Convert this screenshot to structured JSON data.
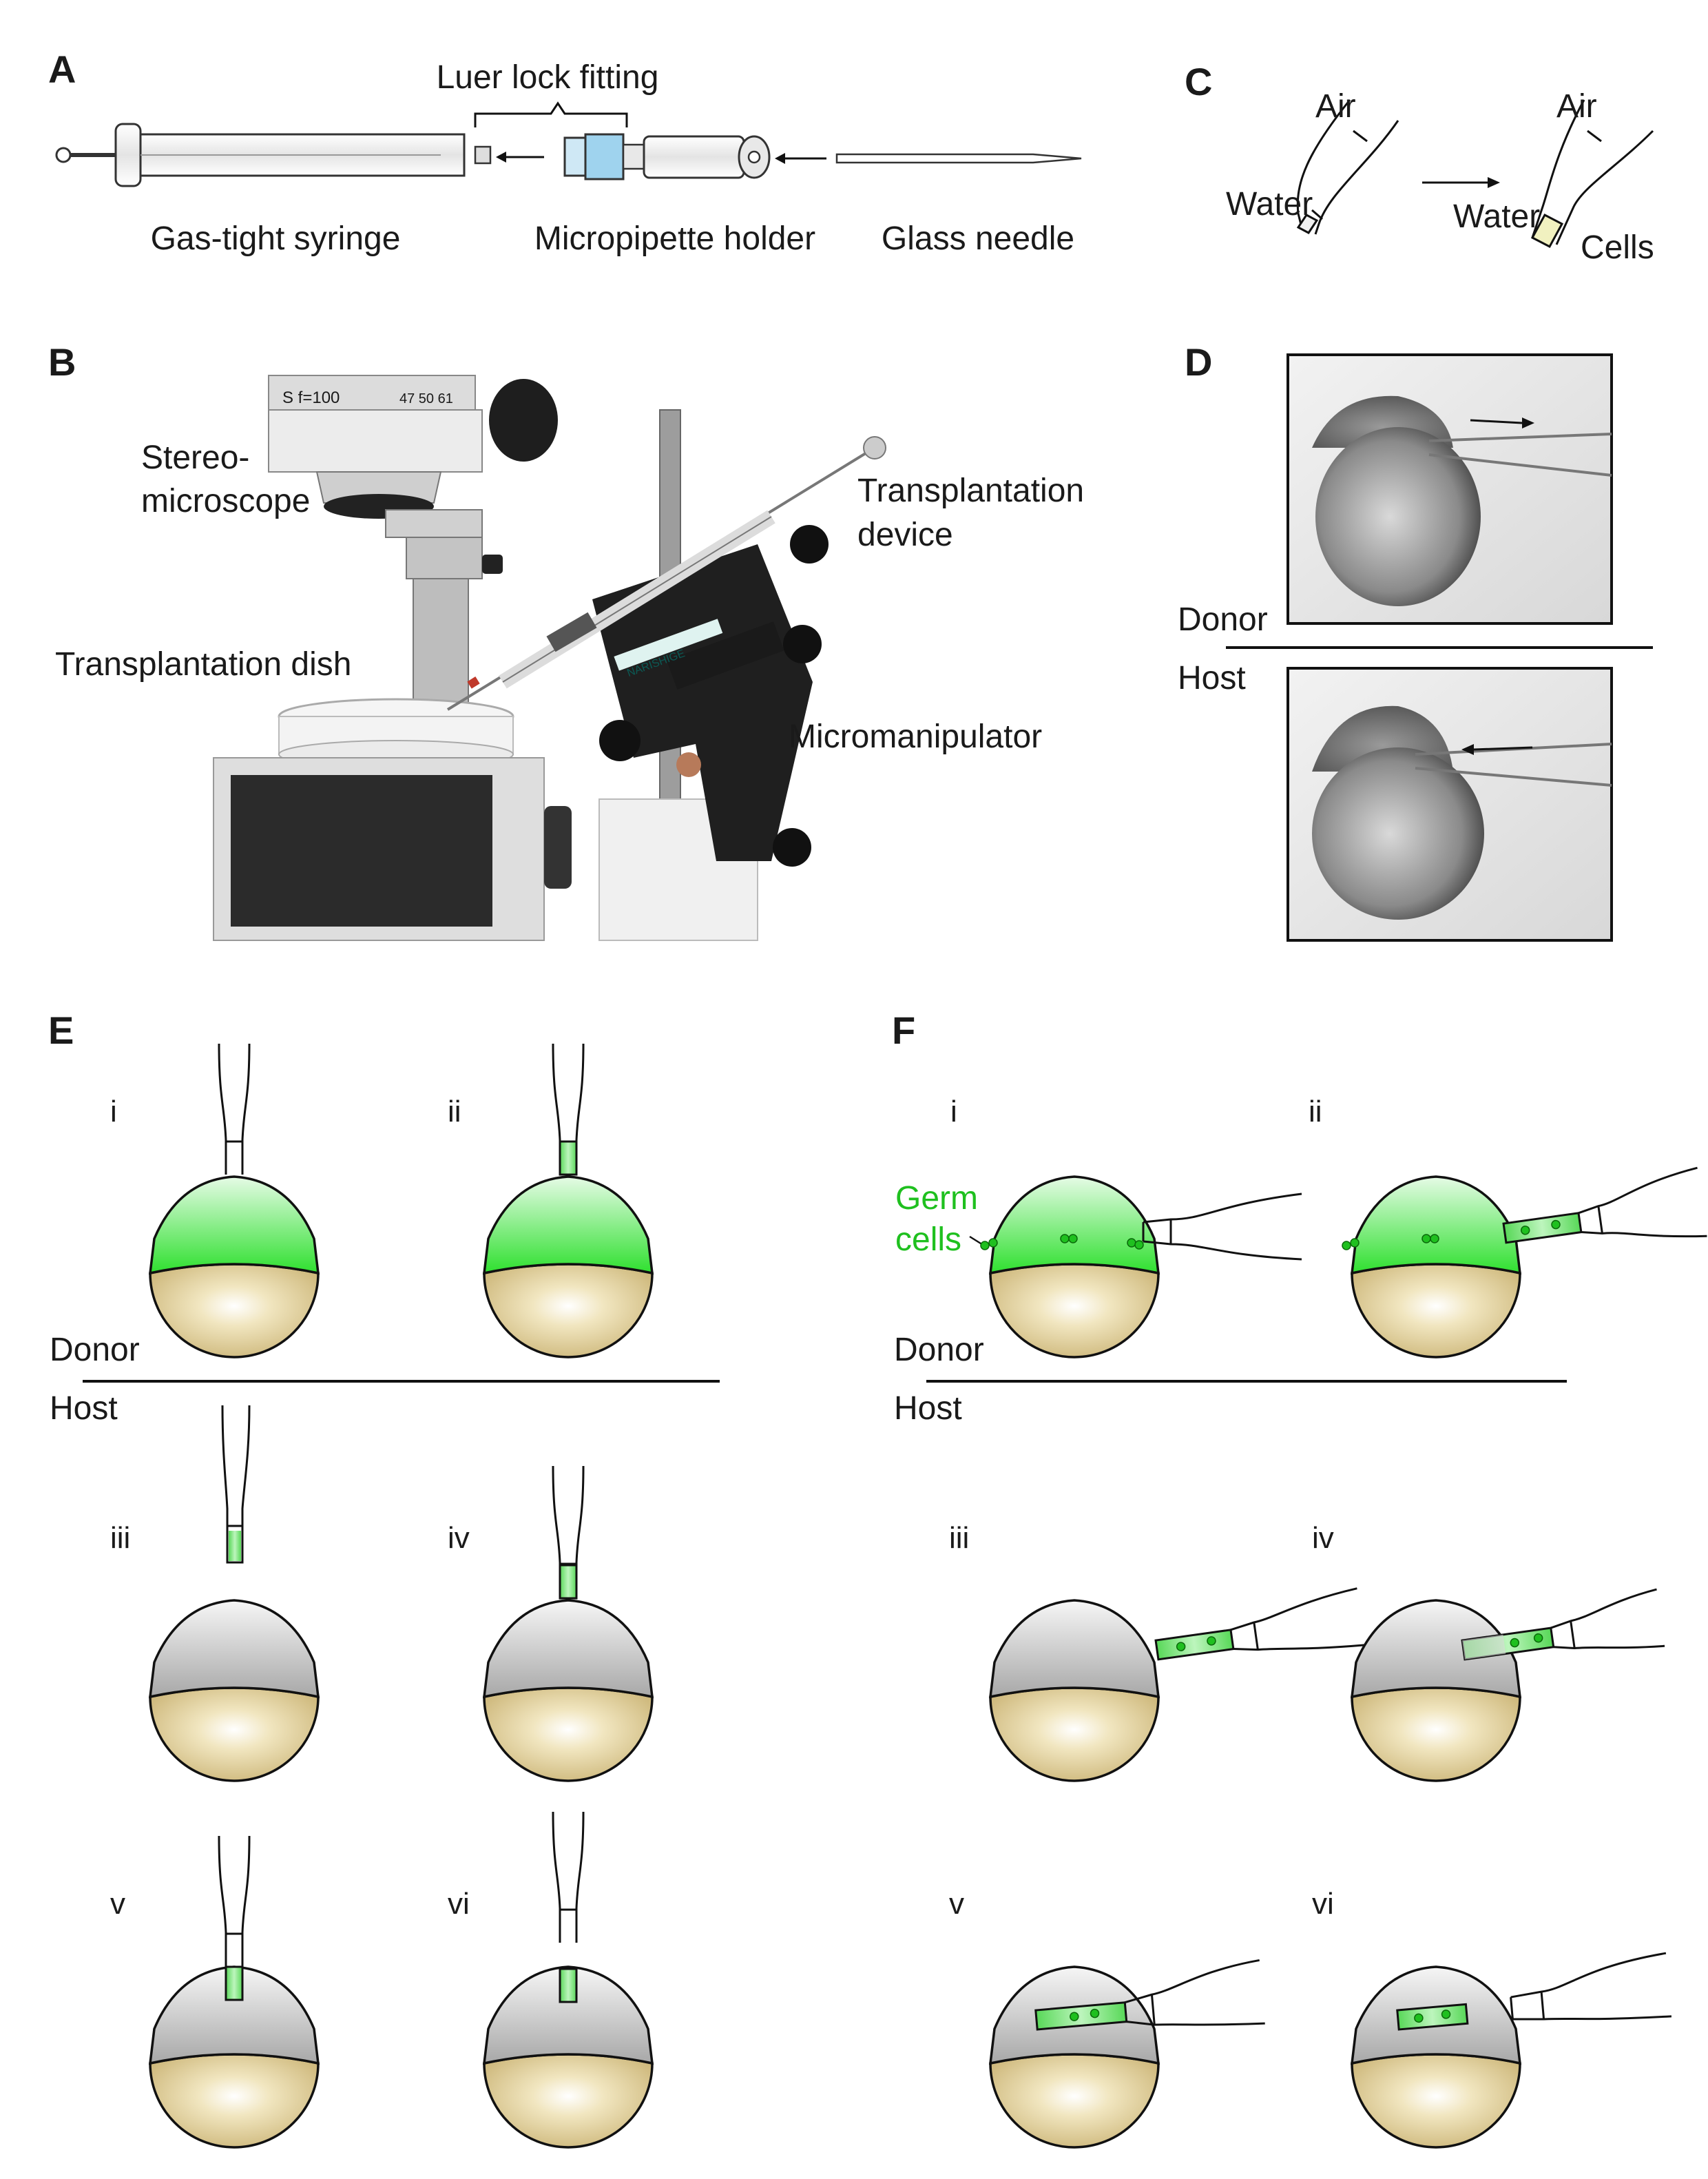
{
  "panels": {
    "A": "A",
    "B": "B",
    "C": "C",
    "D": "D",
    "E": "E",
    "F": "F"
  },
  "panel_a": {
    "luer_lock": "Luer lock fitting",
    "syringe": "Gas-tight syringe",
    "holder": "Micropipette holder",
    "needle": "Glass needle"
  },
  "panel_b": {
    "microscope": [
      "Stereo-",
      "microscope"
    ],
    "device": [
      "Transplantation",
      "device"
    ],
    "dish": "Transplantation dish",
    "micromanipulator": "Micromanipulator",
    "scope_marking": "S  f=100",
    "scope_numbers": "47  50  61",
    "device_brand": "NARISHIGE"
  },
  "panel_c": {
    "air": "Air",
    "water": "Water",
    "cells": "Cells"
  },
  "panel_d": {
    "donor": "Donor",
    "host": "Host"
  },
  "panel_e": {
    "steps": [
      "i",
      "ii",
      "iii",
      "iv",
      "v",
      "vi"
    ],
    "donor": "Donor",
    "host": "Host"
  },
  "panel_f": {
    "steps": [
      "i",
      "ii",
      "iii",
      "iv",
      "v",
      "vi"
    ],
    "germ_cells": [
      "Germ",
      "cells"
    ],
    "donor": "Donor",
    "host": "Host"
  },
  "colors": {
    "blastoderm_donor": "#2fe02f",
    "blastoderm_host": "#a8a8a8",
    "yolk": "#d9c48a",
    "germ_cells": "#1fc01f",
    "needle_fill": "#7fe07f"
  }
}
